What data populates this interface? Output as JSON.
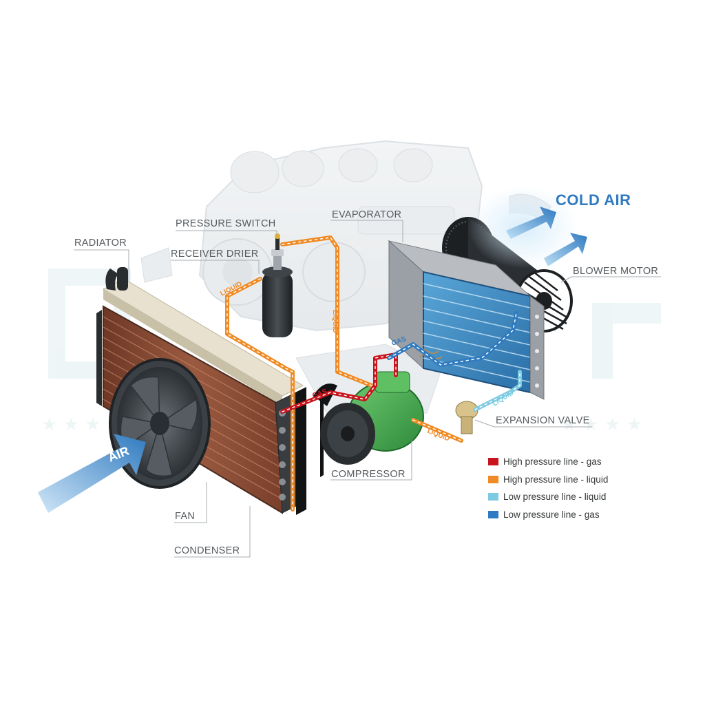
{
  "labels": {
    "pressure_switch": "PRESSURE SWITCH",
    "receiver_drier": "RECEIVER DRIER",
    "radiator": "RADIATOR",
    "evaporator": "EVAPORATOR",
    "blower_motor": "BLOWER MOTOR",
    "expansion_valve": "EXPANSION VALVE",
    "compressor": "COMPRESSOR",
    "fan": "FAN",
    "condenser": "CONDENSER"
  },
  "arrows": {
    "cold_air": "COLD AIR",
    "air": "AIR"
  },
  "line_tags": {
    "liquid": "LIQUID",
    "gas": "GAS"
  },
  "legend": [
    {
      "label": "High pressure line - gas",
      "color": "#c8141c"
    },
    {
      "label": "High pressure line - liquid",
      "color": "#f08a24"
    },
    {
      "label": "Low pressure line - liquid",
      "color": "#7ccbe2"
    },
    {
      "label": "Low pressure line -  gas",
      "color": "#2f7ac0"
    }
  ],
  "colors": {
    "high_gas": "#c8141c",
    "high_liquid": "#f08a24",
    "low_liquid": "#7ccbe2",
    "low_gas": "#2f7ac0",
    "compressor_green": "#3fae49",
    "condenser_copper": "#8a4a32"
  }
}
